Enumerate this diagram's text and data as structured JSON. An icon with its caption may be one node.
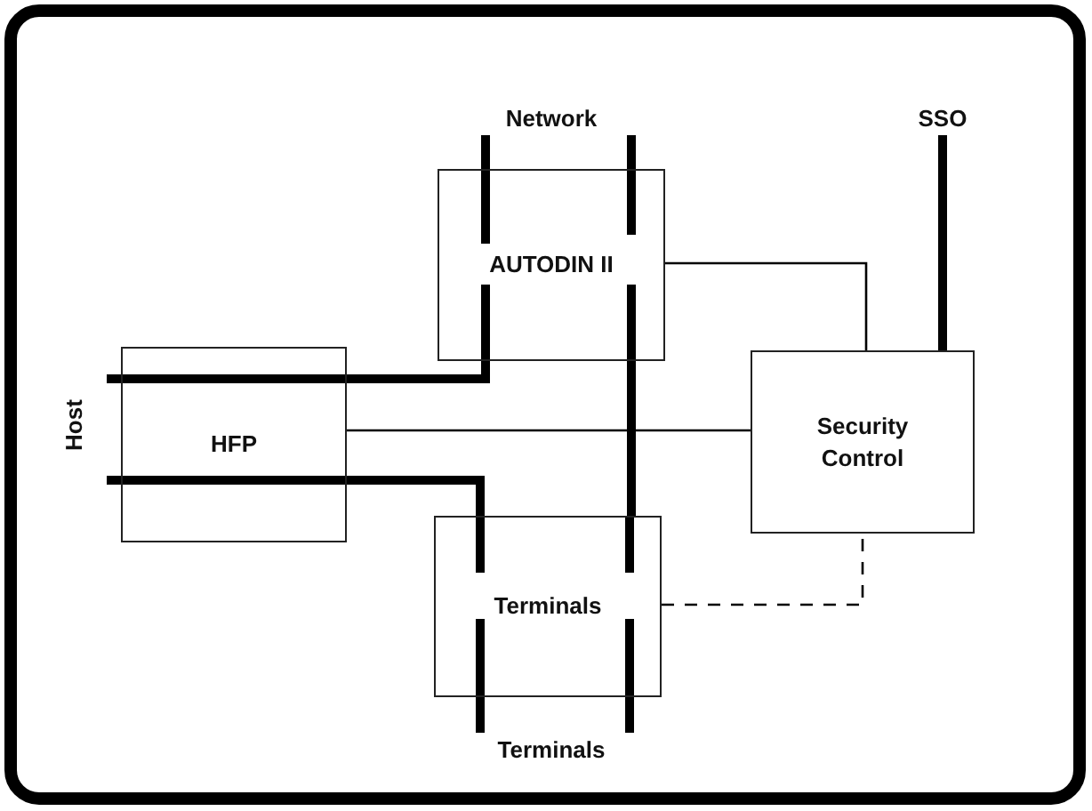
{
  "diagram": {
    "nodes": [
      {
        "text": [
          "Network"
        ]
      },
      {
        "text": [
          "SSO"
        ]
      },
      {
        "text": [
          "AUTODIN II"
        ]
      },
      {
        "text": [
          "HFP"
        ]
      },
      {
        "text": [
          "Security Control"
        ]
      },
      {
        "text": [
          "Terminals"
        ]
      },
      {
        "text": [
          "Terminals"
        ]
      }
    ],
    "edges": [
      {
        "from": 0,
        "to": 2,
        "arrow": "none"
      },
      {
        "from": 0,
        "to": 2,
        "arrow": "none"
      },
      {
        "from": 1,
        "to": 4,
        "arrow": "none"
      },
      {
        "from": 3,
        "to": 2,
        "arrow": "none"
      },
      {
        "from": 3,
        "to": 5,
        "arrow": "none"
      },
      {
        "from": 2,
        "to": 5,
        "arrow": "none"
      },
      {
        "from": 5,
        "to": 6,
        "arrow": "none"
      },
      {
        "from": 5,
        "to": 6,
        "arrow": "none"
      },
      {
        "from": 2,
        "to": 4,
        "arrow": "none"
      },
      {
        "from": 3,
        "to": 4,
        "arrow": "none"
      },
      {
        "from": 5,
        "to": 4,
        "arrow": "none",
        "style": "dashed"
      }
    ],
    "labels": [
      "Host"
    ]
  }
}
